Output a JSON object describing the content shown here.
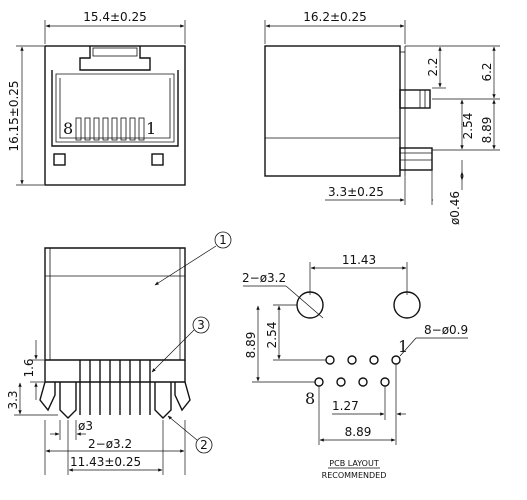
{
  "front_view": {
    "width_dim": "15.4±0.25",
    "height_dim": "16.15±0.25",
    "pin_label_left": "8",
    "pin_label_right": "1"
  },
  "side_view": {
    "width_dim": "16.2±0.25",
    "dim_2_2": "2.2",
    "dim_6_2": "6.2",
    "dim_2_54": "2.54",
    "dim_8_89": "8.89",
    "dim_3_3": "3.3±0.25",
    "dim_pin_dia": "ø0.46"
  },
  "bottom_view": {
    "callout_1": "1",
    "callout_2": "2",
    "callout_3": "3",
    "dim_1_6": "1.6",
    "dim_3_3": "3.3",
    "dim_phi3": "ø3",
    "dim_2phi32": "2−ø3.2",
    "dim_11_43": "11.43±0.25"
  },
  "pcb_layout": {
    "dim_11_43": "11.43",
    "dim_2phi32": "2−ø3.2",
    "dim_8phi09": "8−ø0.9",
    "dim_2_54": "2.54",
    "dim_8_89_v": "8.89",
    "dim_1_27": "1.27",
    "dim_8_89_h": "8.89",
    "pin_1": "1",
    "pin_8": "8",
    "title": "PCB LAYOUT",
    "subtitle": "RECOMMENDED"
  }
}
